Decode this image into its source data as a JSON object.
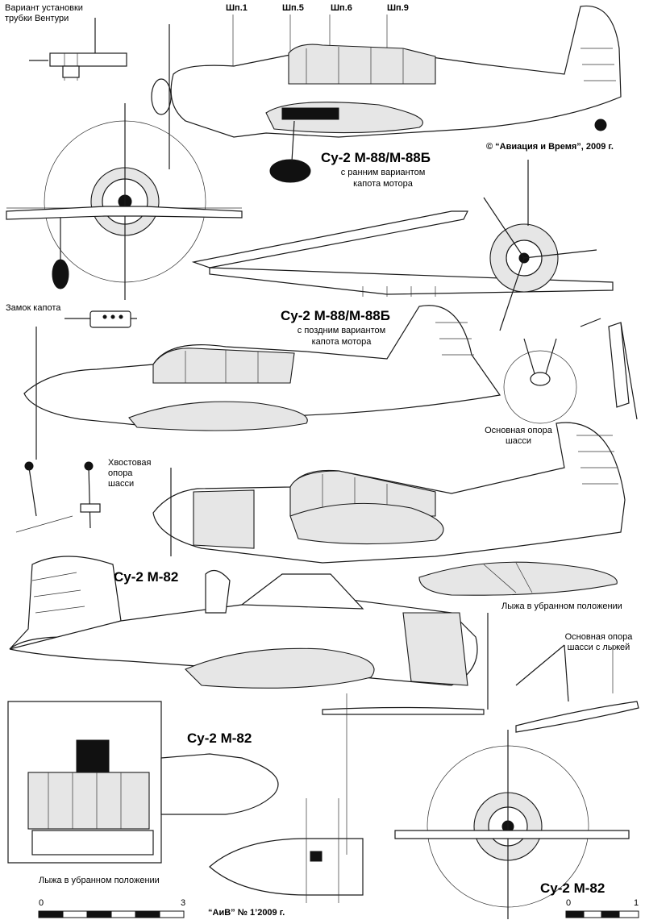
{
  "labels": {
    "venturi": "Вариант установки\nтрубки Вентури",
    "frames": [
      "Шп.1",
      "Шп.5",
      "Шп.6",
      "Шп.9"
    ],
    "copyright": "© “Авиация и Время”, 2009 г.",
    "model_early": "Су-2 М-88/М-88Б",
    "model_early_sub1": "с ранним вариантом",
    "model_early_sub2": "капота мотора",
    "hood_lock": "Замок капота",
    "model_late": "Су-2 М-88/М-88Б",
    "model_late_sub1": "с поздним вариантом",
    "model_late_sub2": "капота мотора",
    "main_gear": "Основная опора\nшасси",
    "tail_gear": "Хвостовая\nопора\nшасси",
    "model_m82": "Су-2 М-82",
    "ski_retracted_right": "Лыжа в убранном положении",
    "main_gear_ski": "Основная опора\nшасси с лыжей",
    "model_m82_top": "Су-2 М-82",
    "ski_retracted_left": "Лыжа в убранном положении",
    "model_m82_front": "Су-2 М-82",
    "journal": "“АиВ” № 1’2009 г.",
    "scale_left_start": "0",
    "scale_left_end": "3",
    "scale_right_start": "0",
    "scale_right_end": "1"
  }
}
